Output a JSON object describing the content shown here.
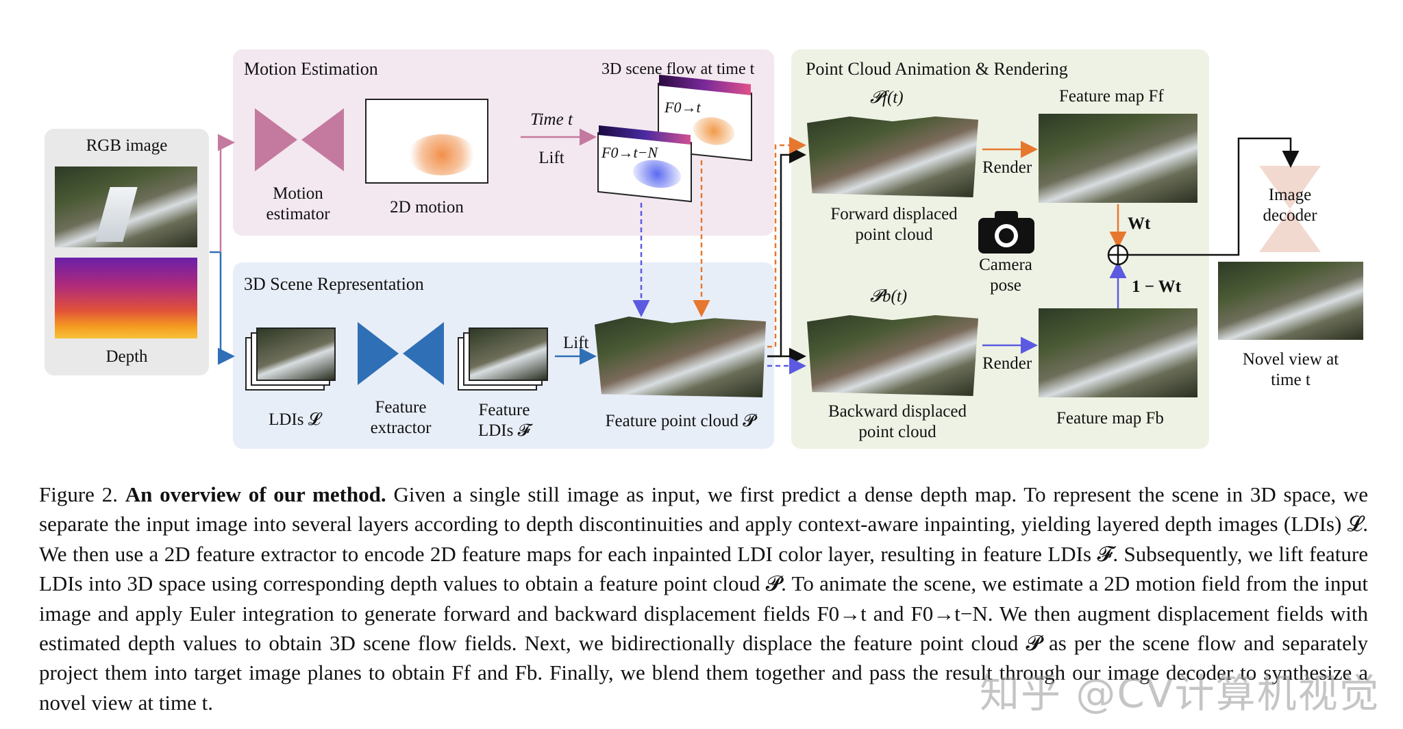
{
  "figure": {
    "rgb_image_label": "RGB image",
    "depth_label": "Depth",
    "motion_estimation": {
      "title": "Motion Estimation",
      "motion_estimator_label": "Motion estimator",
      "motion_2d_label": "2D motion",
      "time_t_label": "Time t",
      "lift_label": "Lift",
      "scene_flow_label": "3D scene flow at time t",
      "f_forward_label": "F0→t",
      "f_backward_label": "F0→t−N"
    },
    "scene_representation": {
      "title": "3D Scene Representation",
      "ldis_label": "LDIs 𝓛",
      "feature_extractor_label": "Feature extractor",
      "feature_ldis_label": "Feature LDIs 𝓕",
      "lift_label": "Lift",
      "feature_point_cloud_label": "Feature point cloud 𝓟"
    },
    "animation_rendering": {
      "title": "Point Cloud Animation & Rendering",
      "pf_label": "𝓟f(t)",
      "pb_label": "𝓟b(t)",
      "forward_cloud_label": "Forward displaced point cloud",
      "backward_cloud_label": "Backward displaced point cloud",
      "render_label_top": "Render",
      "render_label_bottom": "Render",
      "camera_pose_label": "Camera pose",
      "feature_map_f_label": "Feature map Ff",
      "feature_map_b_label": "Feature map Fb",
      "weight_label": "Wt",
      "one_minus_weight_label": "1 − Wt",
      "image_decoder_label": "Image decoder",
      "novel_view_label": "Novel view at time t"
    },
    "colors": {
      "motion_panel": "#f3e8f0",
      "scene_panel": "#e8eef8",
      "anim_panel": "#eef2e4",
      "rgb_panel": "#e9e9e9",
      "motion_estimator_shape": "#c47a9e",
      "feature_extractor_shape": "#2f6fb6",
      "decoder_shape": "#f2d9d0",
      "orange_arrow": "#e6772e",
      "purple_arrow": "#5b5ae0"
    }
  },
  "caption": {
    "label": "Figure 2.",
    "bold_title": "An overview of our method.",
    "text": "Given a single still image as input, we first predict a dense depth map. To represent the scene in 3D space, we separate the input image into several layers according to depth discontinuities and apply context-aware inpainting, yielding layered depth images (LDIs) 𝓛. We then use a 2D feature extractor to encode 2D feature maps for each inpainted LDI color layer, resulting in feature LDIs 𝓕. Subsequently, we lift feature LDIs into 3D space using corresponding depth values to obtain a feature point cloud 𝓟. To animate the scene, we estimate a 2D motion field from the input image and apply Euler integration to generate forward and backward displacement fields F0→t and F0→t−N. We then augment displacement fields with estimated depth values to obtain 3D scene flow fields. Next, we bidirectionally displace the feature point cloud 𝓟 as per the scene flow and separately project them into target image planes to obtain Ff and Fb. Finally, we blend them together and pass the result through our image decoder to synthesize a novel view at time t."
  },
  "watermark": "知乎 @CV计算机视觉"
}
